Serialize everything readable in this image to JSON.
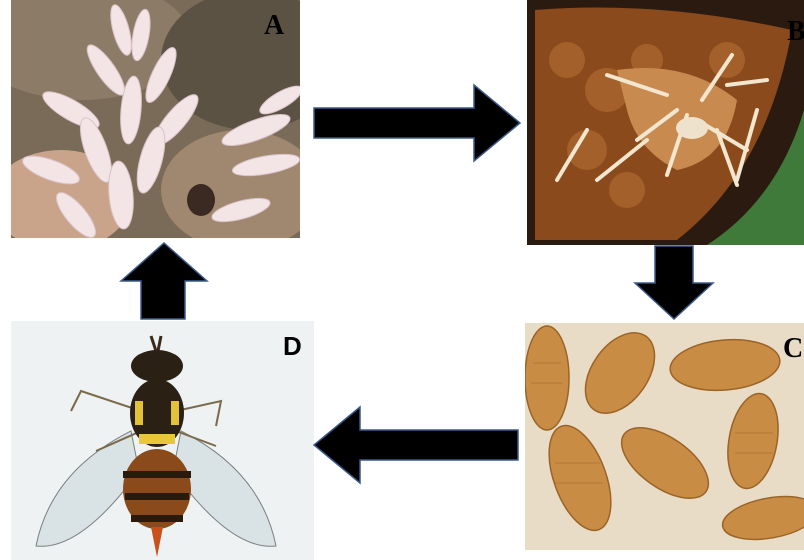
{
  "diagram": {
    "stages": [
      {
        "id": "A",
        "label": "A",
        "subject": "eggs"
      },
      {
        "id": "B",
        "label": "B",
        "subject": "larvae-in-fruit"
      },
      {
        "id": "C",
        "label": "C",
        "subject": "pupae"
      },
      {
        "id": "D",
        "label": "D",
        "subject": "adult-fly"
      }
    ],
    "colors": {
      "arrow_fill": "#000000",
      "arrow_stroke": "#3a5a8a",
      "background": "#ffffff"
    }
  }
}
